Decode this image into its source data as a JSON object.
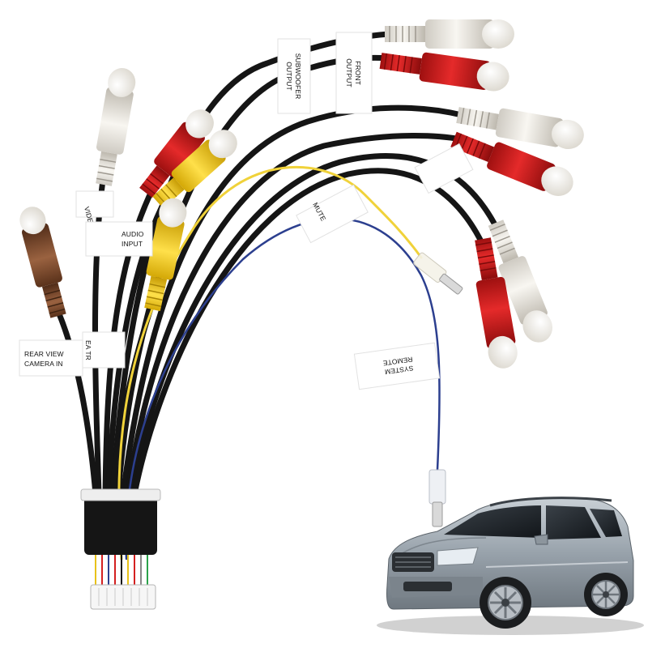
{
  "product": {
    "labels": {
      "subwoofer_line1": "SUBWOOFER",
      "subwoofer_line2": "OUTPUT",
      "front_line1": "FRONT",
      "front_line2": "OUTPUT",
      "video": "VIDEO",
      "audio_line1": "AUDIO",
      "audio_line2": "INPUT",
      "mute": "MUTE",
      "rear_line1": "REAR VIEW",
      "rear_line2": "CAMERA IN",
      "system_line1": "SYSTEM",
      "system_line2": "REMOTE",
      "partial_tag": "EA TR"
    }
  },
  "colors": {
    "cable": "#151515",
    "rca_red": "#d31a1a",
    "rca_white": "#e9e6df",
    "rca_yellow": "#f3cc17",
    "rca_brown": "#7c4a2b",
    "wire_yellow": "#f0d23a",
    "wire_blue": "#2c3f8f",
    "car_body": "#9aa4ad"
  }
}
